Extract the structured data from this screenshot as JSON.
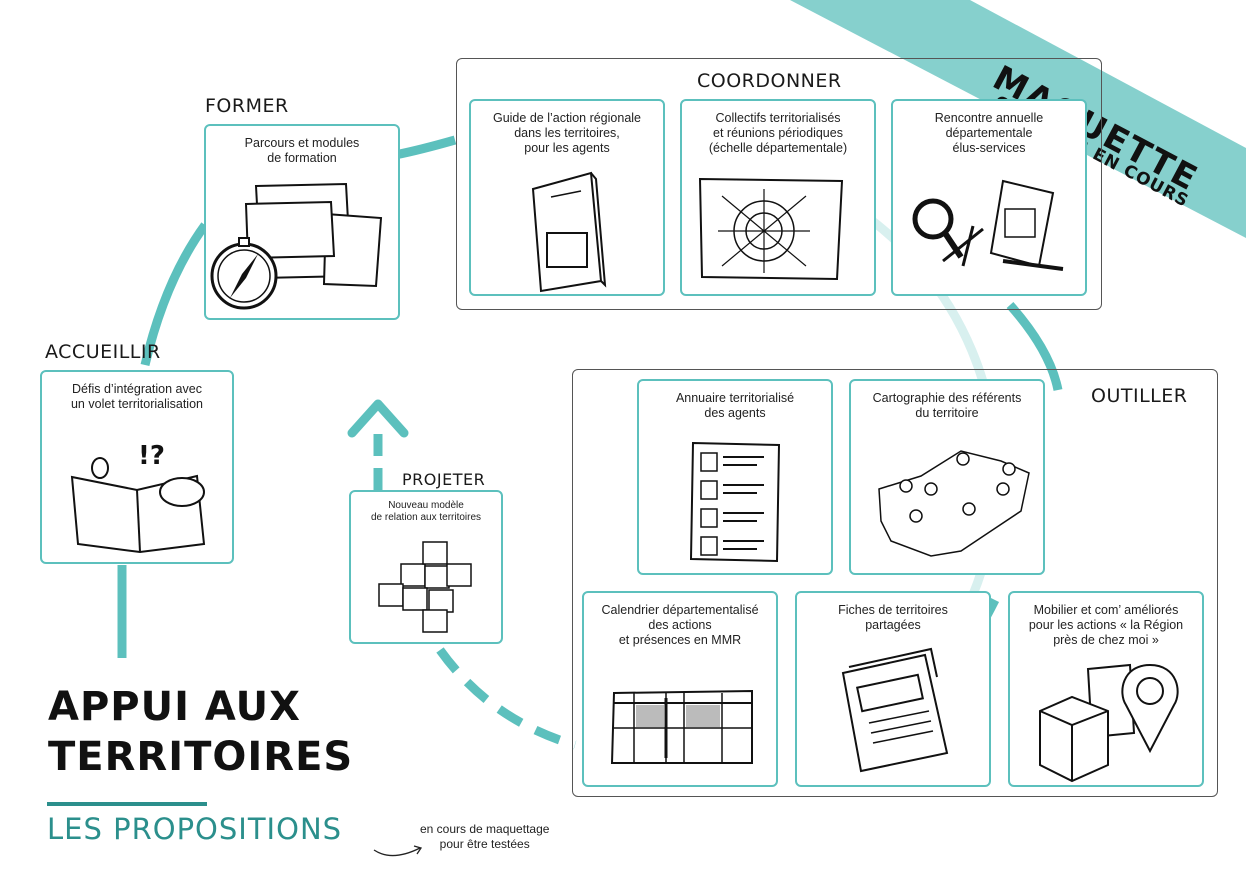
{
  "colors": {
    "teal": "#5cc0bd",
    "teal_light": "#d8f0ef",
    "teal_dark": "#2b8f8c",
    "banner": "#86d0cd"
  },
  "title": "APPUI AUX\nTERRITOIRES",
  "subtitle": "LES PROPOSITIONS",
  "note": "en cours de maquettage\npour être testées",
  "banner": {
    "line1": "MAQUETTE",
    "line2": "CHANTIER EN COURS"
  },
  "sections": {
    "former": {
      "title": "FORMER",
      "cards": [
        {
          "label": "Parcours et modules\nde formation",
          "icon": "documents-compass-icon"
        }
      ]
    },
    "accueillir": {
      "title": "ACCUEILLIR",
      "cards": [
        {
          "label": "Défis d’intégration avec\nun volet territorialisation",
          "icon": "open-book-questions-icon"
        }
      ]
    },
    "projeter": {
      "title": "PROJETER",
      "cards": [
        {
          "label": "Nouveau modèle\nde relation aux territoires",
          "icon": "puzzle-icon"
        }
      ]
    },
    "coordonner": {
      "title": "COORDONNER",
      "cards": [
        {
          "label": "Guide de l’action régionale\ndans les territoires,\npour les agents",
          "icon": "booklet-icon"
        },
        {
          "label": "Collectifs territorialisés\net réunions périodiques\n(échelle départementale)",
          "icon": "network-map-icon"
        },
        {
          "label": "Rencontre annuelle\ndépartementale\nélus-services",
          "icon": "tools-magnifier-icon"
        }
      ]
    },
    "outiller": {
      "title": "OUTILLER",
      "cards": [
        {
          "label": "Annuaire territorialisé\ndes agents",
          "icon": "directory-icon"
        },
        {
          "label": "Cartographie des référents\ndu territoire",
          "icon": "map-pins-icon"
        },
        {
          "label": "Calendrier départementalisé\ndes actions\net présences en MMR",
          "icon": "calendar-grid-icon"
        },
        {
          "label": "Fiches de territoires\npartagées",
          "icon": "document-sheets-icon"
        },
        {
          "label": "Mobilier et com’ améliorés\npour les actions « la Région\nprès de chez moi »",
          "icon": "cube-location-icon"
        }
      ]
    }
  }
}
